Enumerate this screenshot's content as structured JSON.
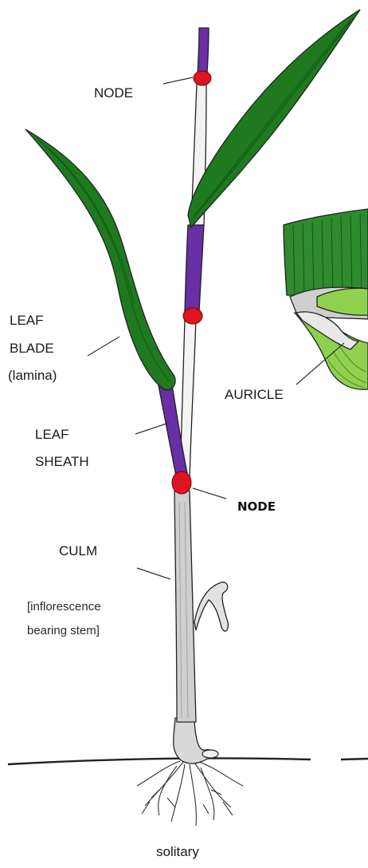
{
  "labels": {
    "node_top": "NODE",
    "leaf_blade_1": "LEAF",
    "leaf_blade_2": "BLADE",
    "leaf_blade_3": "(lamina)",
    "auricle": "AURICLE",
    "leaf_sheath_1": "LEAF",
    "leaf_sheath_2": "SHEATH",
    "node_bottom": "NODE",
    "culm": "CULM",
    "culm_note_1": "[inflorescence",
    "culm_note_2": "bearing stem]",
    "caption": "solitary"
  },
  "colors": {
    "leaf_blade": "#1f7a1f",
    "leaf_sheath": "#6a2ea6",
    "node": "#e0141e",
    "culm": "#c9c9c9",
    "auricle_light": "#8fd14f",
    "auricle_green": "#2e8b2e"
  }
}
